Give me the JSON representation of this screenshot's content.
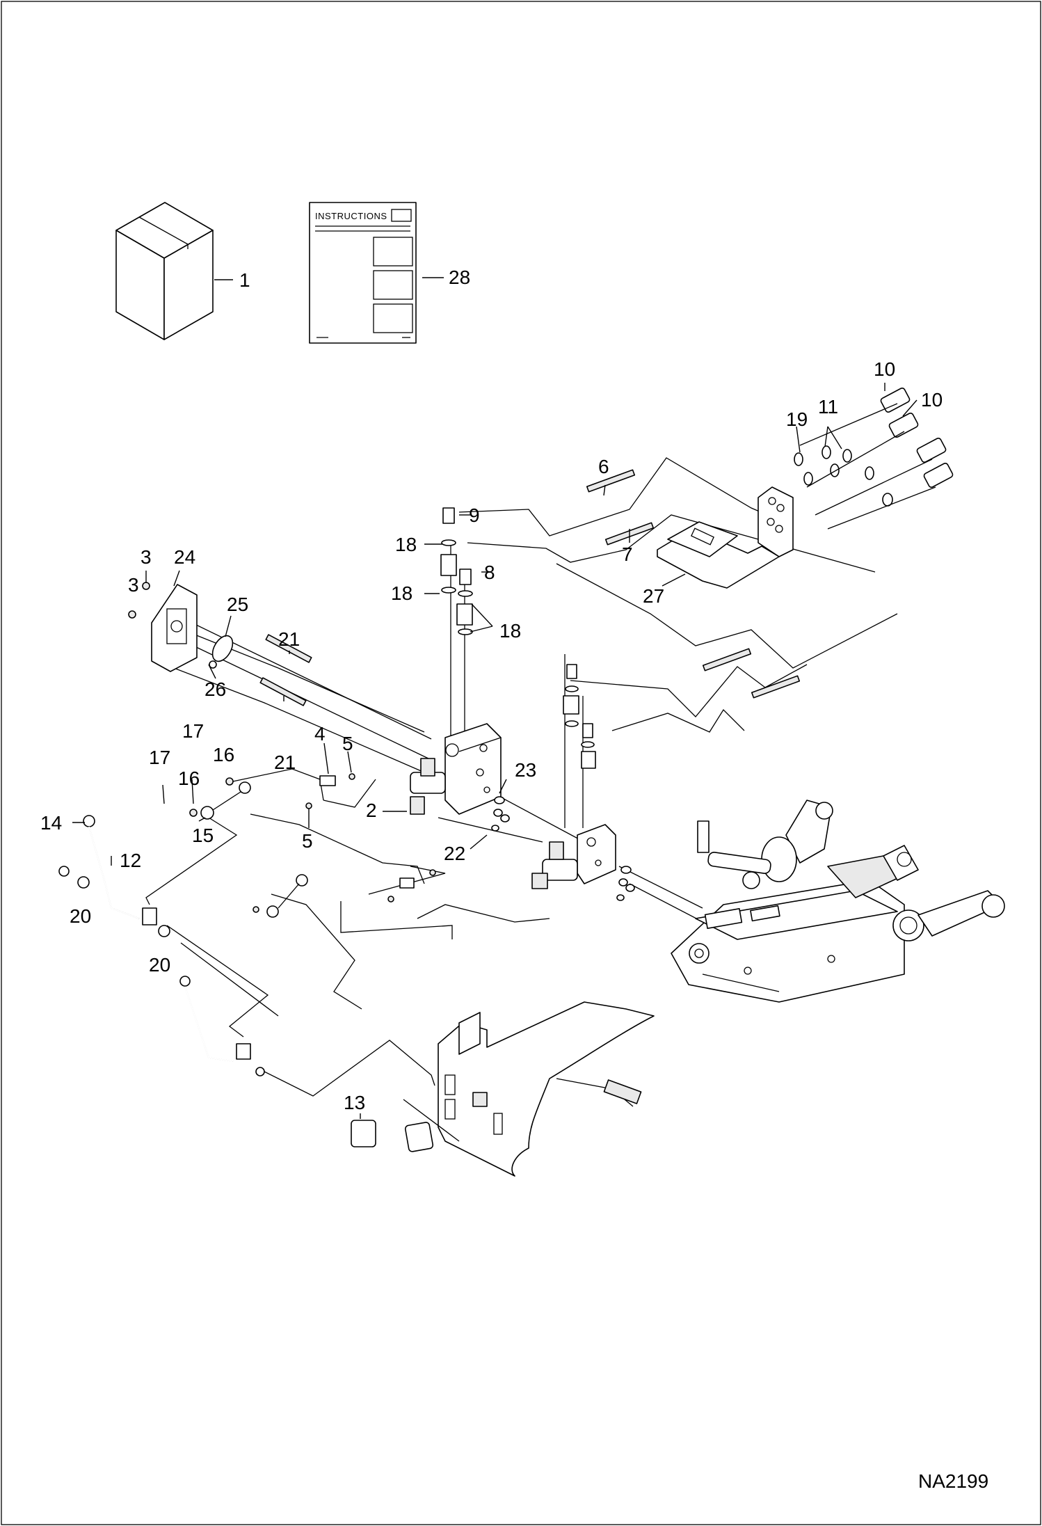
{
  "figure_id": "NA2199",
  "instruction_sheet_title": "INSTRUCTIONS",
  "callouts": {
    "c1": "1",
    "c2": "2",
    "c3a": "3",
    "c3b": "3",
    "c4": "4",
    "c5a": "5",
    "c5b": "5",
    "c6": "6",
    "c7": "7",
    "c8": "8",
    "c9": "9",
    "c10a": "10",
    "c10b": "10",
    "c11": "11",
    "c12": "12",
    "c13": "13",
    "c14": "14",
    "c15": "15",
    "c16a": "16",
    "c16b": "16",
    "c17a": "17",
    "c17b": "17",
    "c18a": "18",
    "c18b": "18",
    "c18c": "18",
    "c19": "19",
    "c20a": "20",
    "c20b": "20",
    "c21a": "21",
    "c21b": "21",
    "c22": "22",
    "c23": "23",
    "c24": "24",
    "c25": "25",
    "c26": "26",
    "c27": "27",
    "c28": "28"
  }
}
